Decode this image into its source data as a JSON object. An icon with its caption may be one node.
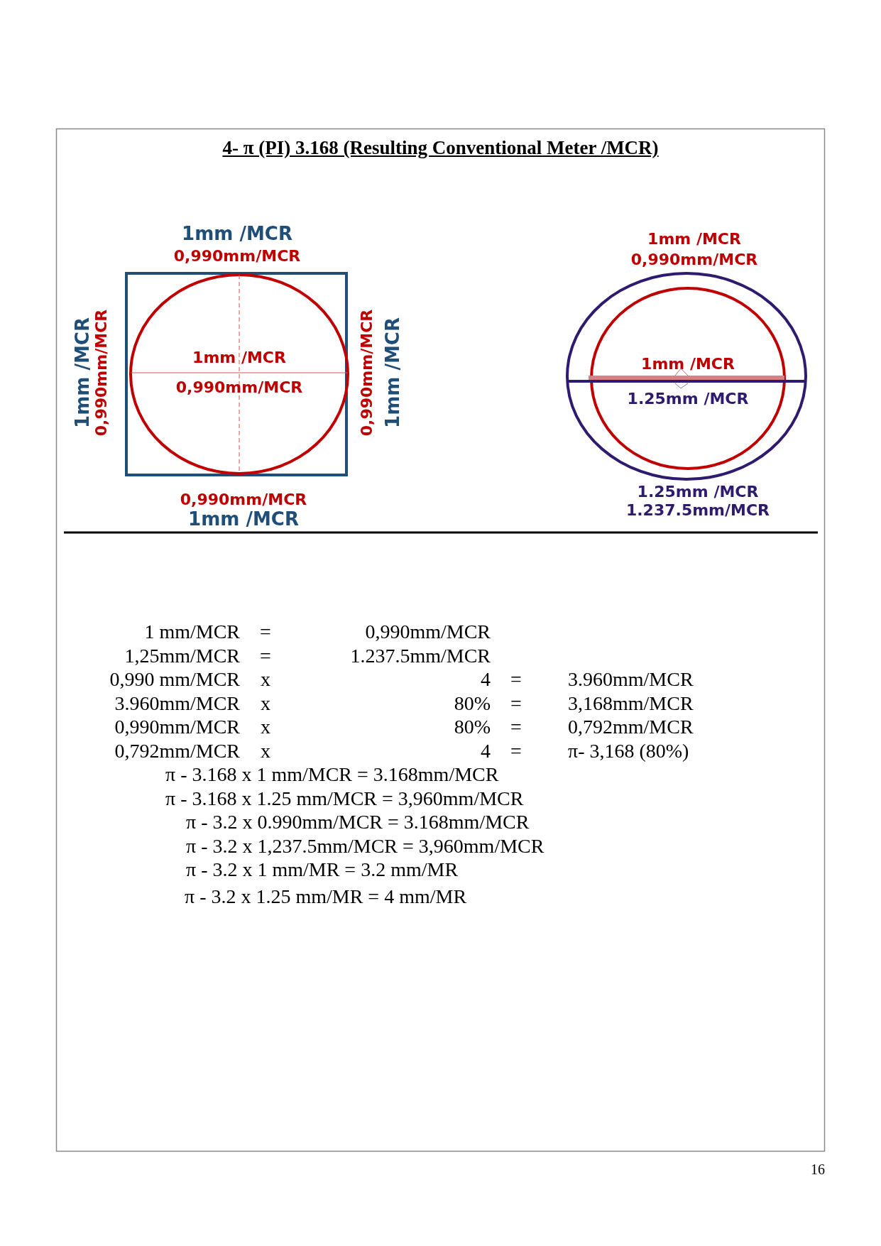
{
  "diagram": {
    "title": "4- π (PI) 3.168 (Resulting Conventional Meter /MCR)",
    "nodes": [
      {
        "text": [],
        "shape": "box"
      },
      {
        "text": [
          "1mm /MCR",
          "0,990mm/MCR"
        ],
        "in": 0
      },
      {
        "text": [],
        "shape": "circle"
      },
      {
        "text": [
          "1mm /MCR",
          "1.25mm /MCR"
        ],
        "in": 2
      }
    ],
    "labels": [
      "1mm /MCR",
      "0,990mm/MCR",
      "1mm /MCR",
      "0,990mm/MCR",
      "1mm /MCR",
      "0,990mm/MCR",
      "0,990mm/MCR",
      "1mm /MCR",
      "0,990mm/MCR",
      "1mm /MCR",
      "1.25mm /MCR",
      "1.237.5mm/MCR",
      "1 mm/MCR",
      "=",
      "0,990mm/MCR",
      "1,25mm/MCR",
      "=",
      "1.237.5mm/MCR",
      "0,990 mm/MCR",
      "x",
      "4",
      "=",
      "3.960mm/MCR",
      "3.960mm/MCR",
      "x",
      "80%",
      "=",
      "3,168mm/MCR",
      "0,990mm/MCR",
      "x",
      "80%",
      "=",
      "0,792mm/MCR",
      "0,792mm/MCR",
      "x",
      "4",
      "=",
      "π- 3,168 (80%)",
      "π - 3.168 x 1 mm/MCR = 3.168mm/MCR",
      "π - 3.168 x 1.25 mm/MCR = 3,960mm/MCR",
      "π - 3.2 x 0.990mm/MCR = 3.168mm/MCR",
      "π - 3.2 x 1,237.5mm/MCR = 3,960mm/MCR",
      "π - 3.2 x 1 mm/MR = 3.2 mm/MR",
      "π - 3.2 x 1.25 mm/MR = 4 mm/MR",
      "16"
    ]
  }
}
